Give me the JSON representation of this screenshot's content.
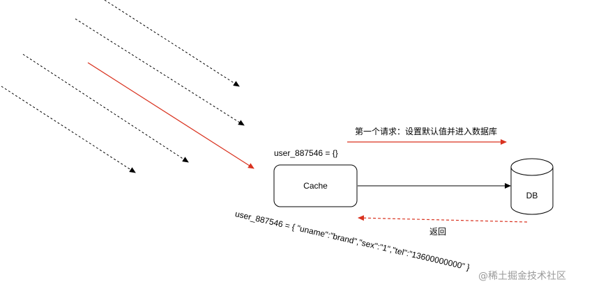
{
  "colors": {
    "request_arrow": "#000000",
    "highlight_arrow": "#d9321f",
    "node_border": "#000000",
    "watermark": "#9a9a9a"
  },
  "nodes": {
    "cache": {
      "label": "Cache"
    },
    "db": {
      "label": "DB"
    }
  },
  "labels": {
    "first_request": "第一个请求：设置默认值并进入数据库",
    "cache_empty_value": "user_887546 = {}",
    "return_label": "返回",
    "cache_filled_value": "user_887546 = { \"uname\":\"brand\",\"sex\":\"1\",\"tel\":\"13600000000\" }"
  },
  "watermark": {
    "text": "@稀土掘金技术社区"
  }
}
